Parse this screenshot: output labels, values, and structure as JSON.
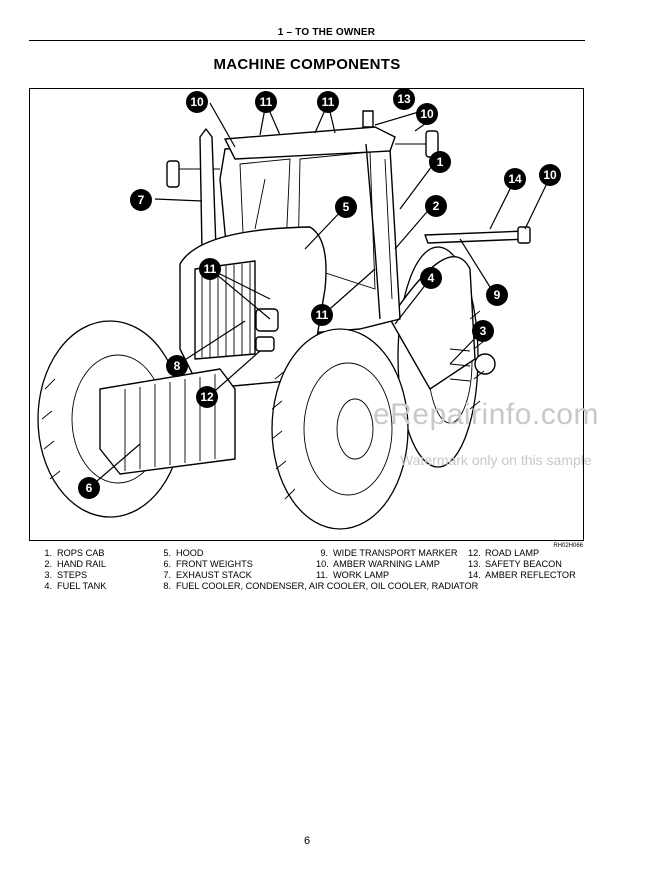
{
  "header": {
    "section": "1 – TO THE OWNER"
  },
  "title": "MACHINE COMPONENTS",
  "figure": {
    "code": "RH02H066",
    "callouts": [
      "10",
      "11",
      "11",
      "13",
      "10",
      "1",
      "7",
      "5",
      "2",
      "14",
      "10",
      "11",
      "4",
      "9",
      "11",
      "3",
      "8",
      "12",
      "6"
    ]
  },
  "legend": [
    {
      "n": "1.",
      "label": "ROPS CAB"
    },
    {
      "n": "2.",
      "label": "HAND RAIL"
    },
    {
      "n": "3.",
      "label": "STEPS"
    },
    {
      "n": "4.",
      "label": "FUEL TANK"
    },
    {
      "n": "5.",
      "label": "HOOD"
    },
    {
      "n": "6.",
      "label": "FRONT WEIGHTS"
    },
    {
      "n": "7.",
      "label": "EXHAUST STACK"
    },
    {
      "n": "8.",
      "label": "FUEL COOLER, CONDENSER, AIR COOLER, OIL COOLER, RADIATOR"
    },
    {
      "n": "9.",
      "label": "WIDE TRANSPORT MARKER"
    },
    {
      "n": "10.",
      "label": "AMBER WARNING LAMP"
    },
    {
      "n": "11.",
      "label": "WORK LAMP"
    },
    {
      "n": "12.",
      "label": "ROAD LAMP"
    },
    {
      "n": "13.",
      "label": "SAFETY BEACON"
    },
    {
      "n": "14.",
      "label": "AMBER REFLECTOR"
    }
  ],
  "page_number": "6",
  "watermark": {
    "main": "eRepairinfo.com",
    "sub": "Watermark only on this sample"
  }
}
